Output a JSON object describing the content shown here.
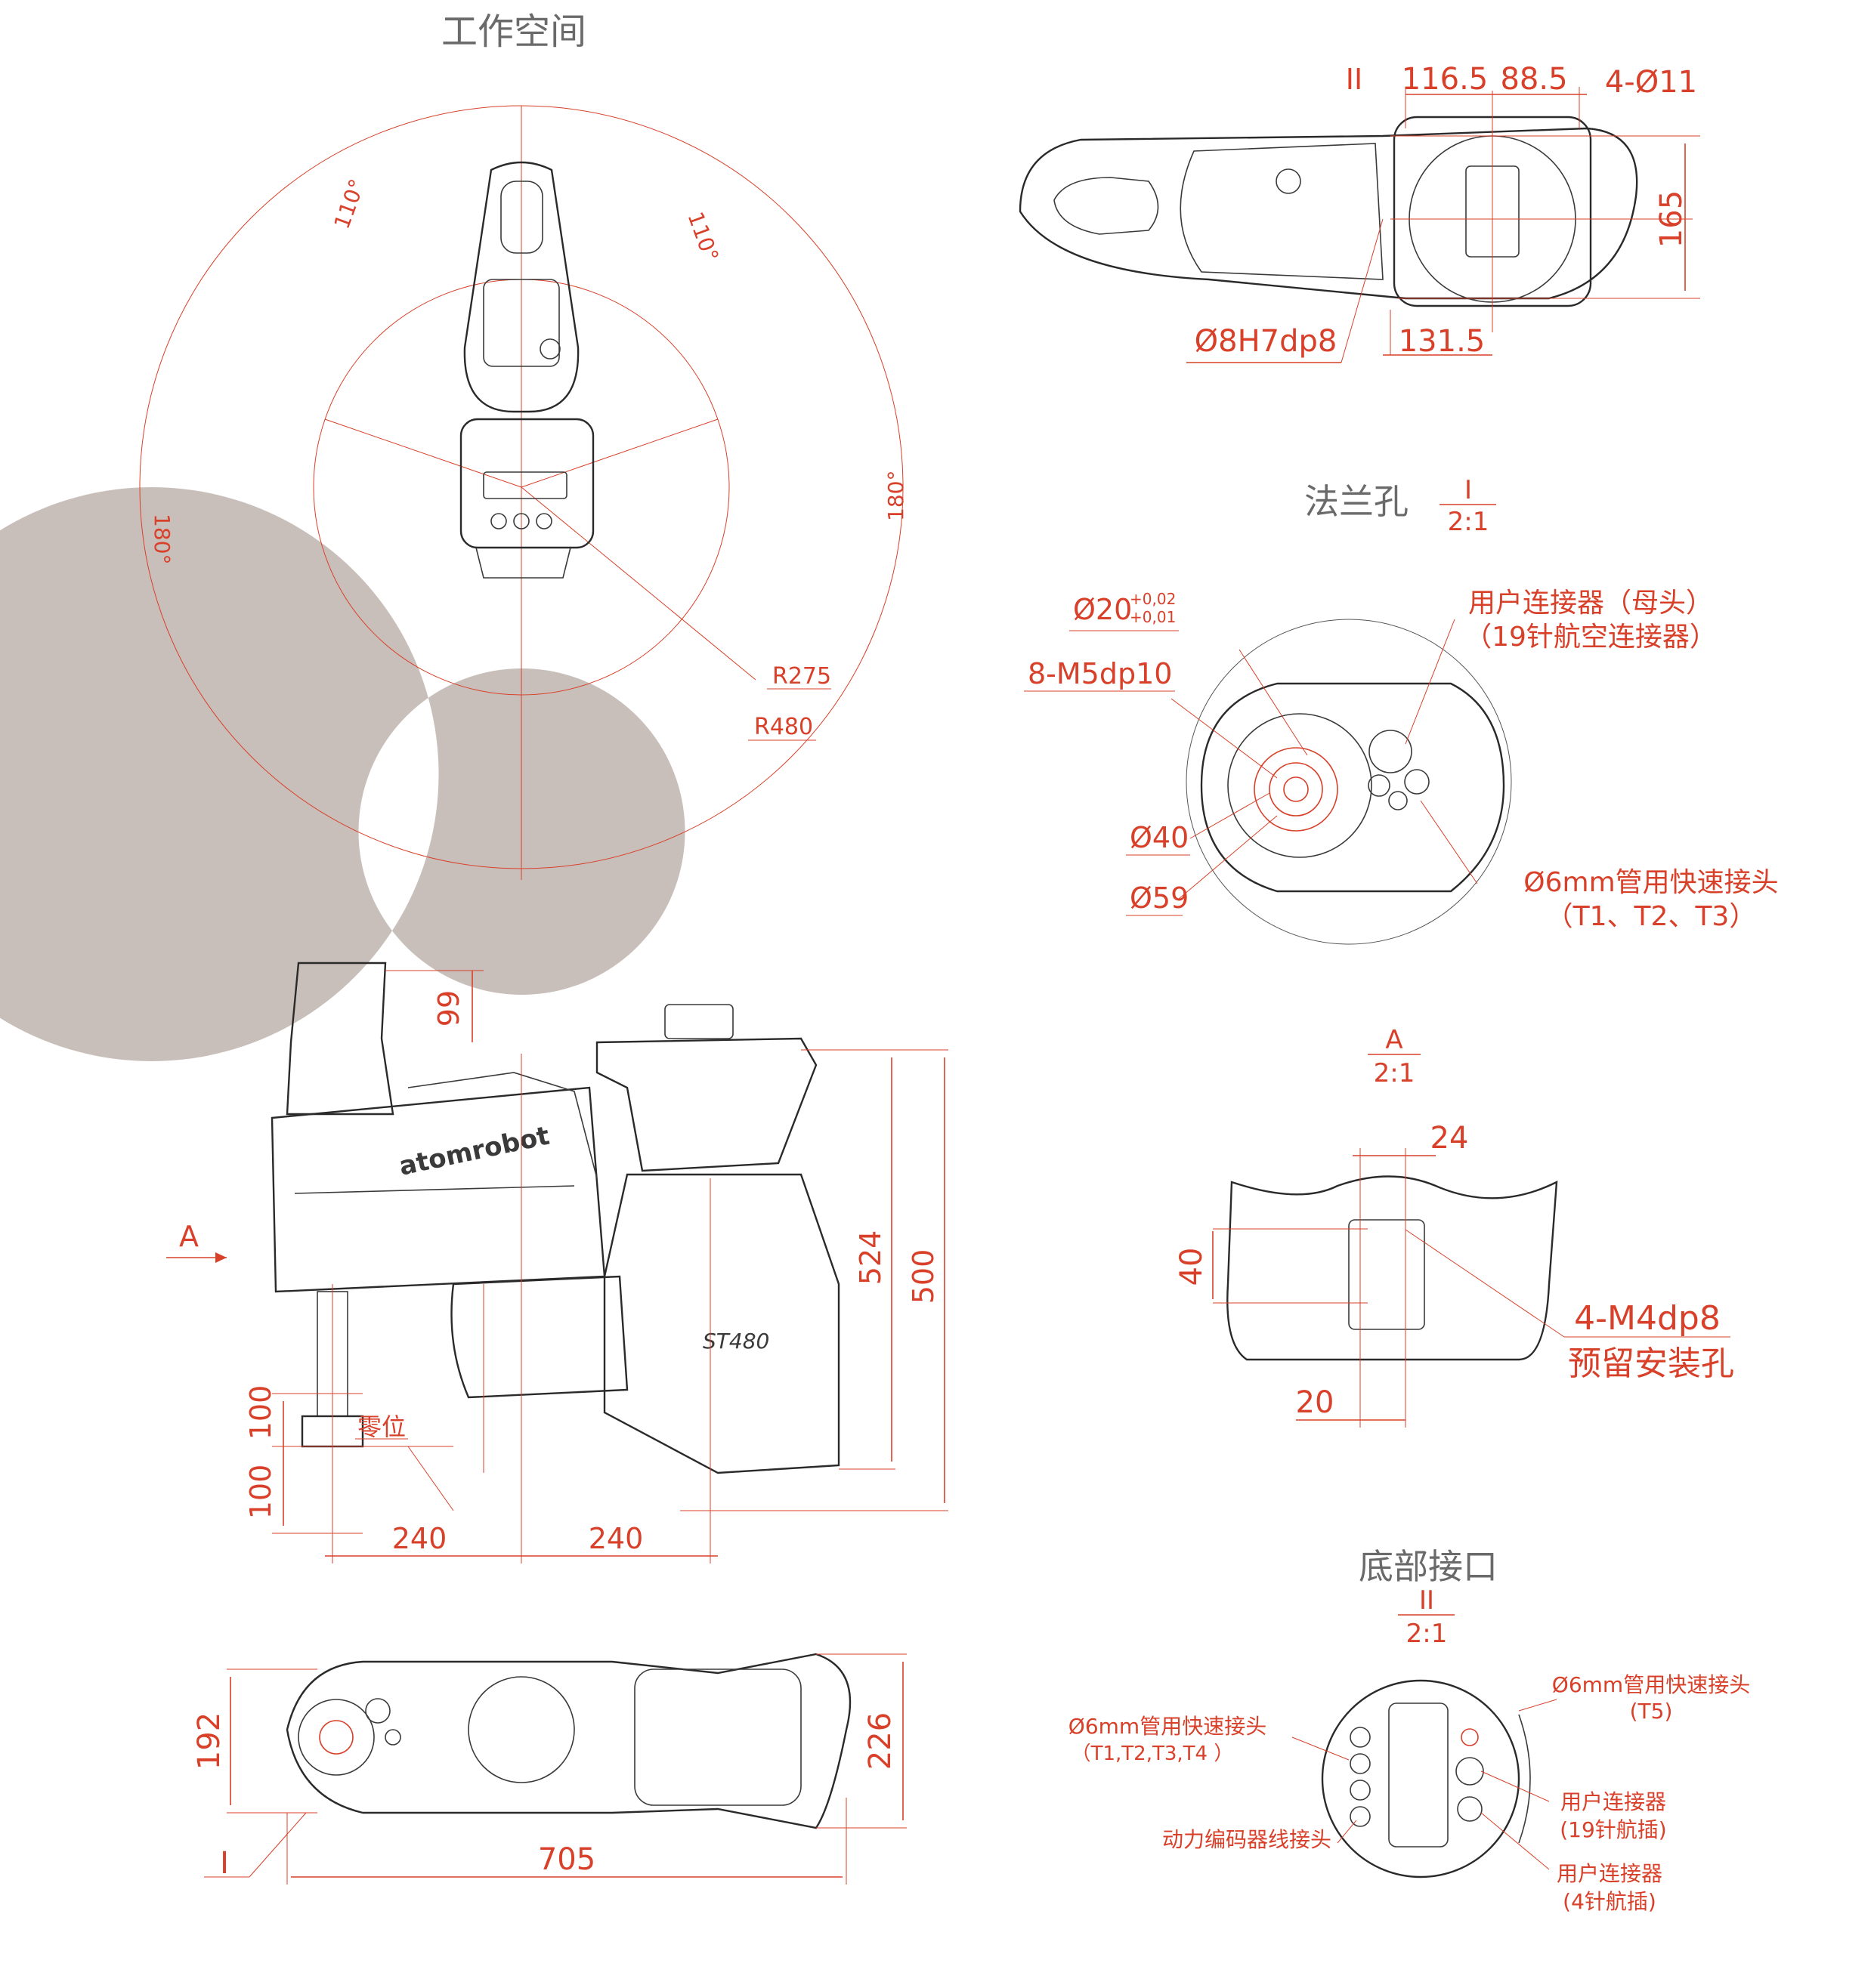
{
  "titles": {
    "workspace": "工作空间",
    "flange_holes": "法兰孔",
    "bottom_interface": "底部接口"
  },
  "scales": {
    "view_I": {
      "label": "I",
      "scale": "2:1"
    },
    "view_A": {
      "label": "A",
      "scale": "2:1"
    },
    "view_II": {
      "label": "II",
      "scale": "2:1"
    }
  },
  "workspace": {
    "angle_left_110": "110°",
    "angle_right_110": "110°",
    "angle_left_180": "180°",
    "angle_right_180": "180°",
    "r_inner": "R275",
    "r_outer": "R480"
  },
  "base_top_view": {
    "label_II": "II",
    "dim_116_5": "116.5",
    "dim_88_5": "88.5",
    "holes": "4-Ø11",
    "dim_165": "165",
    "pin": "Ø8H7dp8",
    "dim_131_5": "131.5"
  },
  "flange_view": {
    "dia20": "Ø20",
    "dia20_tol_upper": "+0,02",
    "dia20_tol_lower": "+0,01",
    "screws": "8-M5dp10",
    "dia40": "Ø40",
    "dia59": "Ø59",
    "user_connector_line1": "用户连接器（母头）",
    "user_connector_line2": "（19针航空连接器）",
    "fittings_line1": "Ø6mm管用快速接头",
    "fittings_line2": "（T1、T2、T3）"
  },
  "side_view": {
    "logo": "atomrobot",
    "model": "ST480",
    "label_A": "A",
    "dim_99": "99",
    "dim_524": "524",
    "dim_500": "500",
    "dim_100_top": "100",
    "dim_100_bottom": "100",
    "zero_position": "零位",
    "dim_240_left": "240",
    "dim_240_right": "240"
  },
  "view_A": {
    "dim_24": "24",
    "dim_40": "40",
    "dim_20": "20",
    "holes_line1": "4-M4dp8",
    "holes_line2": "预留安装孔"
  },
  "bottom_view": {
    "dim_192": "192",
    "dim_226": "226",
    "label_I": "I",
    "dim_705": "705"
  },
  "bottom_interface": {
    "left_fittings_line1": "Ø6mm管用快速接头",
    "left_fittings_line2": "（T1,T2,T3,T4 ）",
    "encoder": "动力编码器线接头",
    "right_fitting_line1": "Ø6mm管用快速接头",
    "right_fitting_line2": "(T5)",
    "user19_line1": "用户连接器",
    "user19_line2": "(19针航插)",
    "user4_line1": "用户连接器",
    "user4_line2": "(4针航插)"
  },
  "colors": {
    "dimension": "#d8402a",
    "outline": "#3a3a3a",
    "workspace_fill": "#c9bfba",
    "title_gray": "#6a6a6a"
  }
}
